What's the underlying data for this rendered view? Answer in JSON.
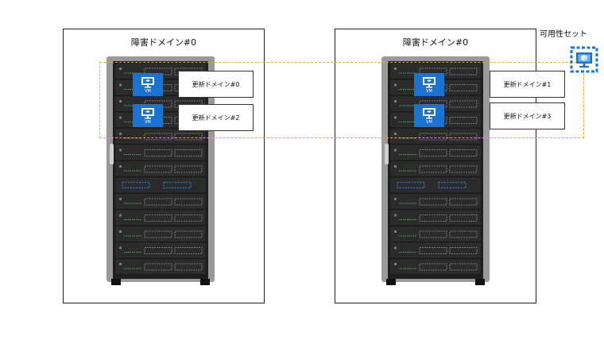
{
  "fault_domains": [
    {
      "title": "障害ドメイン#0"
    },
    {
      "title": "障害ドメイン#0"
    }
  ],
  "vms": [
    {
      "label": "VM"
    },
    {
      "label": "VM"
    },
    {
      "label": "VM"
    },
    {
      "label": "VM"
    }
  ],
  "update_domains": [
    {
      "label": "更新ドメイン#0"
    },
    {
      "label": "更新ドメイン#2"
    },
    {
      "label": "更新ドメイン#1"
    },
    {
      "label": "更新ドメイン#3"
    }
  ],
  "availability_set": {
    "label": "可用性セット",
    "icon": "availability-set-icon",
    "outline_color": "#f3a53a"
  },
  "colors": {
    "vm_tile": "#1a73d0",
    "rack_frame": "#9a9a9a",
    "rack_body": "#2b2b2b"
  }
}
